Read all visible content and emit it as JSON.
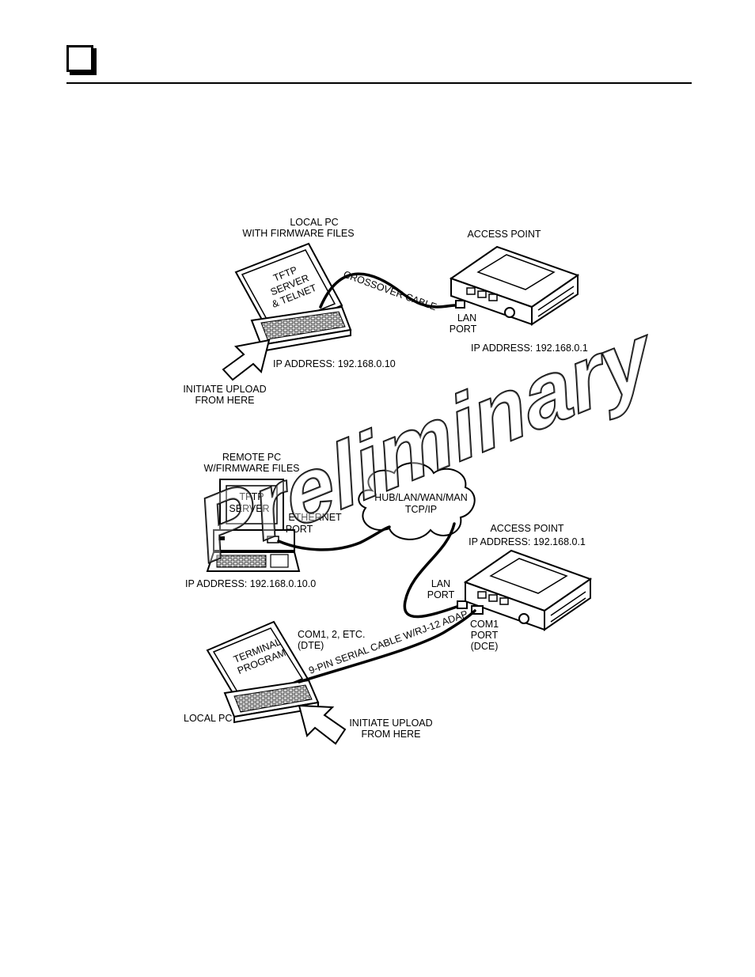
{
  "top_diagram": {
    "pc_label_line1": "LOCAL PC",
    "pc_label_line2": "WITH FIRMWARE FILES",
    "screen_line1": "TFTP",
    "screen_line2": "SERVER",
    "screen_line3": "& TELNET",
    "cable_label": "CROSSOVER CABLE",
    "access_point_label": "ACCESS POINT",
    "lan_port_line1": "LAN",
    "lan_port_line2": "PORT",
    "ap_ip": "IP ADDRESS: 192.168.0.1",
    "pc_ip": "IP ADDRESS: 192.168.0.10",
    "initiate_line1": "INITIATE UPLOAD",
    "initiate_line2": "FROM HERE"
  },
  "bottom_diagram": {
    "remote_pc_line1": "REMOTE  PC",
    "remote_pc_line2": "W/FIRMWARE FILES",
    "screen_line1": "TFTP",
    "screen_line2": "SERVER",
    "ethernet_line1": "ETHERNET",
    "ethernet_line2": "PORT",
    "cloud_line1": "HUB/LAN/WAN/MAN",
    "cloud_line2": "TCP/IP",
    "access_point_label": "ACCESS POINT",
    "ap_ip": "IP ADDRESS: 192.168.0.1",
    "remote_ip": "IP ADDRESS: 192.168.0.10.0",
    "lan_port_line1": "LAN",
    "lan_port_line2": "PORT",
    "com_line1": "COM1, 2, ETC.",
    "com_line2": "(DTE)",
    "com1_line1": "COM1",
    "com1_line2": "PORT",
    "com1_line3": "(DCE)",
    "serial_cable_label": "9-PIN SERIAL CABLE W/RJ-12 ADAP.",
    "terminal_line1": "TERMINAL",
    "terminal_line2": "PROGRAM",
    "local_pc_label": "LOCAL PC",
    "initiate_line1": "INITIATE UPLOAD",
    "initiate_line2": "FROM HERE"
  },
  "watermark": "Preliminary"
}
